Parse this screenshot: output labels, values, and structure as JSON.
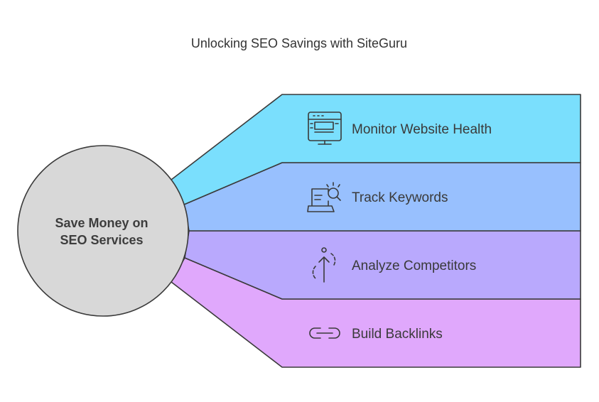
{
  "diagram": {
    "title": "Unlocking SEO Savings with SiteGuru",
    "center": {
      "line1": "Save Money on",
      "line2": "SEO Services"
    },
    "items": [
      {
        "label": "Monitor Website Health",
        "icon": "monitor-icon",
        "color": "#7adffd"
      },
      {
        "label": "Track Keywords",
        "icon": "laptop-search-icon",
        "color": "#98c0fe"
      },
      {
        "label": "Analyze Competitors",
        "icon": "arrow-up-dashed-circle-icon",
        "color": "#b9a9fd"
      },
      {
        "label": "Build Backlinks",
        "icon": "link-icon",
        "color": "#e0a8fc"
      }
    ],
    "center_color": "#d8d8d8",
    "stroke_color": "#3a3a3a"
  }
}
